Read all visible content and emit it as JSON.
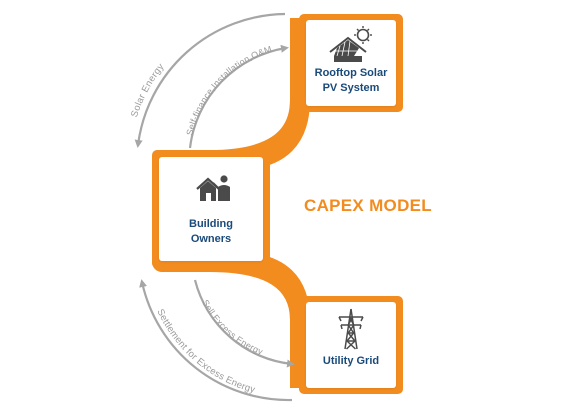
{
  "title": "CAPEX MODEL",
  "colors": {
    "accent": "#f28c1f",
    "node_text": "#1a4a7a",
    "flow_arrow": "#a6a6a6",
    "icon_dark": "#4a4a4a"
  },
  "nodes": {
    "rooftop": {
      "line1": "Rooftop Solar",
      "line2": "PV System",
      "icon": "solar-roof-icon"
    },
    "owners": {
      "line1": "Building",
      "line2": "Owners",
      "icon": "building-owners-icon"
    },
    "grid": {
      "label": "Utility Grid",
      "icon": "transmission-tower-icon"
    }
  },
  "flows": {
    "top_outer": "Solar Energy",
    "top_inner": "Self-finance,Installation,O&M",
    "bottom_inner": "Sell Excess Energy",
    "bottom_outer": "Settlement for Excess Energy"
  }
}
